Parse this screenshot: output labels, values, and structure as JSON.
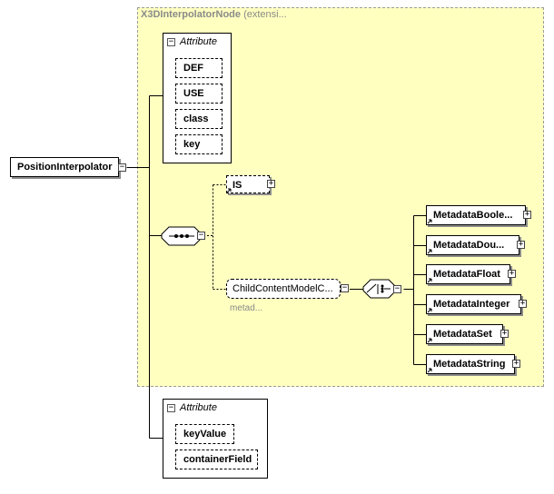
{
  "root": {
    "label": "PositionInterpolator"
  },
  "extension": {
    "title_bold": "X3DInterpolatorNode",
    "title_suffix": " (extensi..."
  },
  "inherited_attributes": {
    "header": "Attribute",
    "items": [
      "DEF",
      "USE",
      "class",
      "key"
    ]
  },
  "sequence": {
    "is_label": "IS",
    "child_group_label": "ChildContentModelC...",
    "child_group_note": "metad..."
  },
  "choice_elements": [
    "MetadataBoole...",
    "MetadataDou...",
    "MetadataFloat",
    "MetadataInteger",
    "MetadataSet",
    "MetadataString"
  ],
  "own_attributes": {
    "header": "Attribute",
    "items": [
      "keyValue",
      "containerField"
    ]
  },
  "icons": {
    "collapse": "minus-icon",
    "expand": "plus-icon",
    "sequence": "sequence-compositor-icon",
    "choice": "choice-compositor-icon",
    "reference": "reference-arrow-icon"
  }
}
